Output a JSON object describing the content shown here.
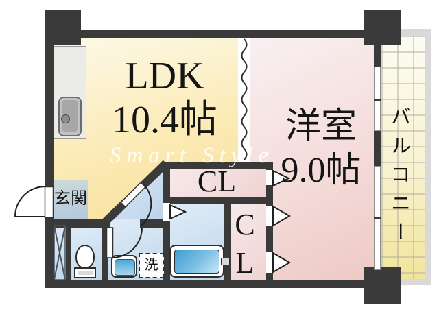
{
  "meta": {
    "watermark": "Smart Style"
  },
  "rooms": {
    "ldk": {
      "name": "LDK",
      "size": "10.4帖"
    },
    "bedroom": {
      "name": "洋室",
      "size": "9.0帖"
    },
    "balcony": {
      "name": "バルコニー"
    },
    "entrance": {
      "name": "玄関"
    },
    "closet_upper": {
      "name": "CL"
    },
    "closet_lower": {
      "line1": "C",
      "line2": "L"
    },
    "laundry": {
      "name": "洗"
    }
  },
  "colors": {
    "wall": "#3a3a3a",
    "ldk_floor": "#fbeab4",
    "bedroom_floor": "#f0d0cd",
    "closet_floor": "#f3dcdc",
    "hallway_floor": "#c9dbee",
    "entrance_floor": "#b9cdda",
    "balcony_floor": "#f4e8a6",
    "bathtub": "#4a9fd4",
    "watermark_text": "#ffffff"
  }
}
